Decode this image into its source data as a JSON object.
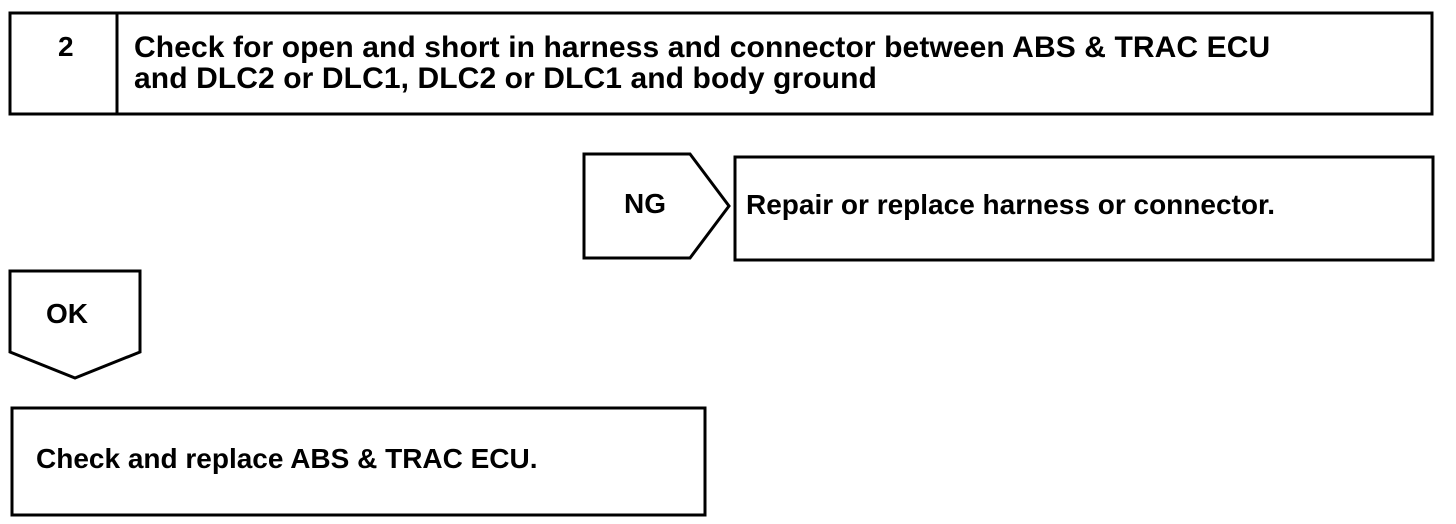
{
  "step": {
    "number": "2",
    "title": "Check for open and short in harness and connector between ABS & TRAC ECU\nand DLC2 or DLC1, DLC2 or DLC1 and body ground"
  },
  "ng_branch": {
    "label": "NG",
    "result": "Repair or replace harness or connector."
  },
  "ok_branch": {
    "label": "OK",
    "result": "Check and replace ABS & TRAC ECU."
  },
  "colors": {
    "line": "#000000",
    "background": "#ffffff"
  }
}
